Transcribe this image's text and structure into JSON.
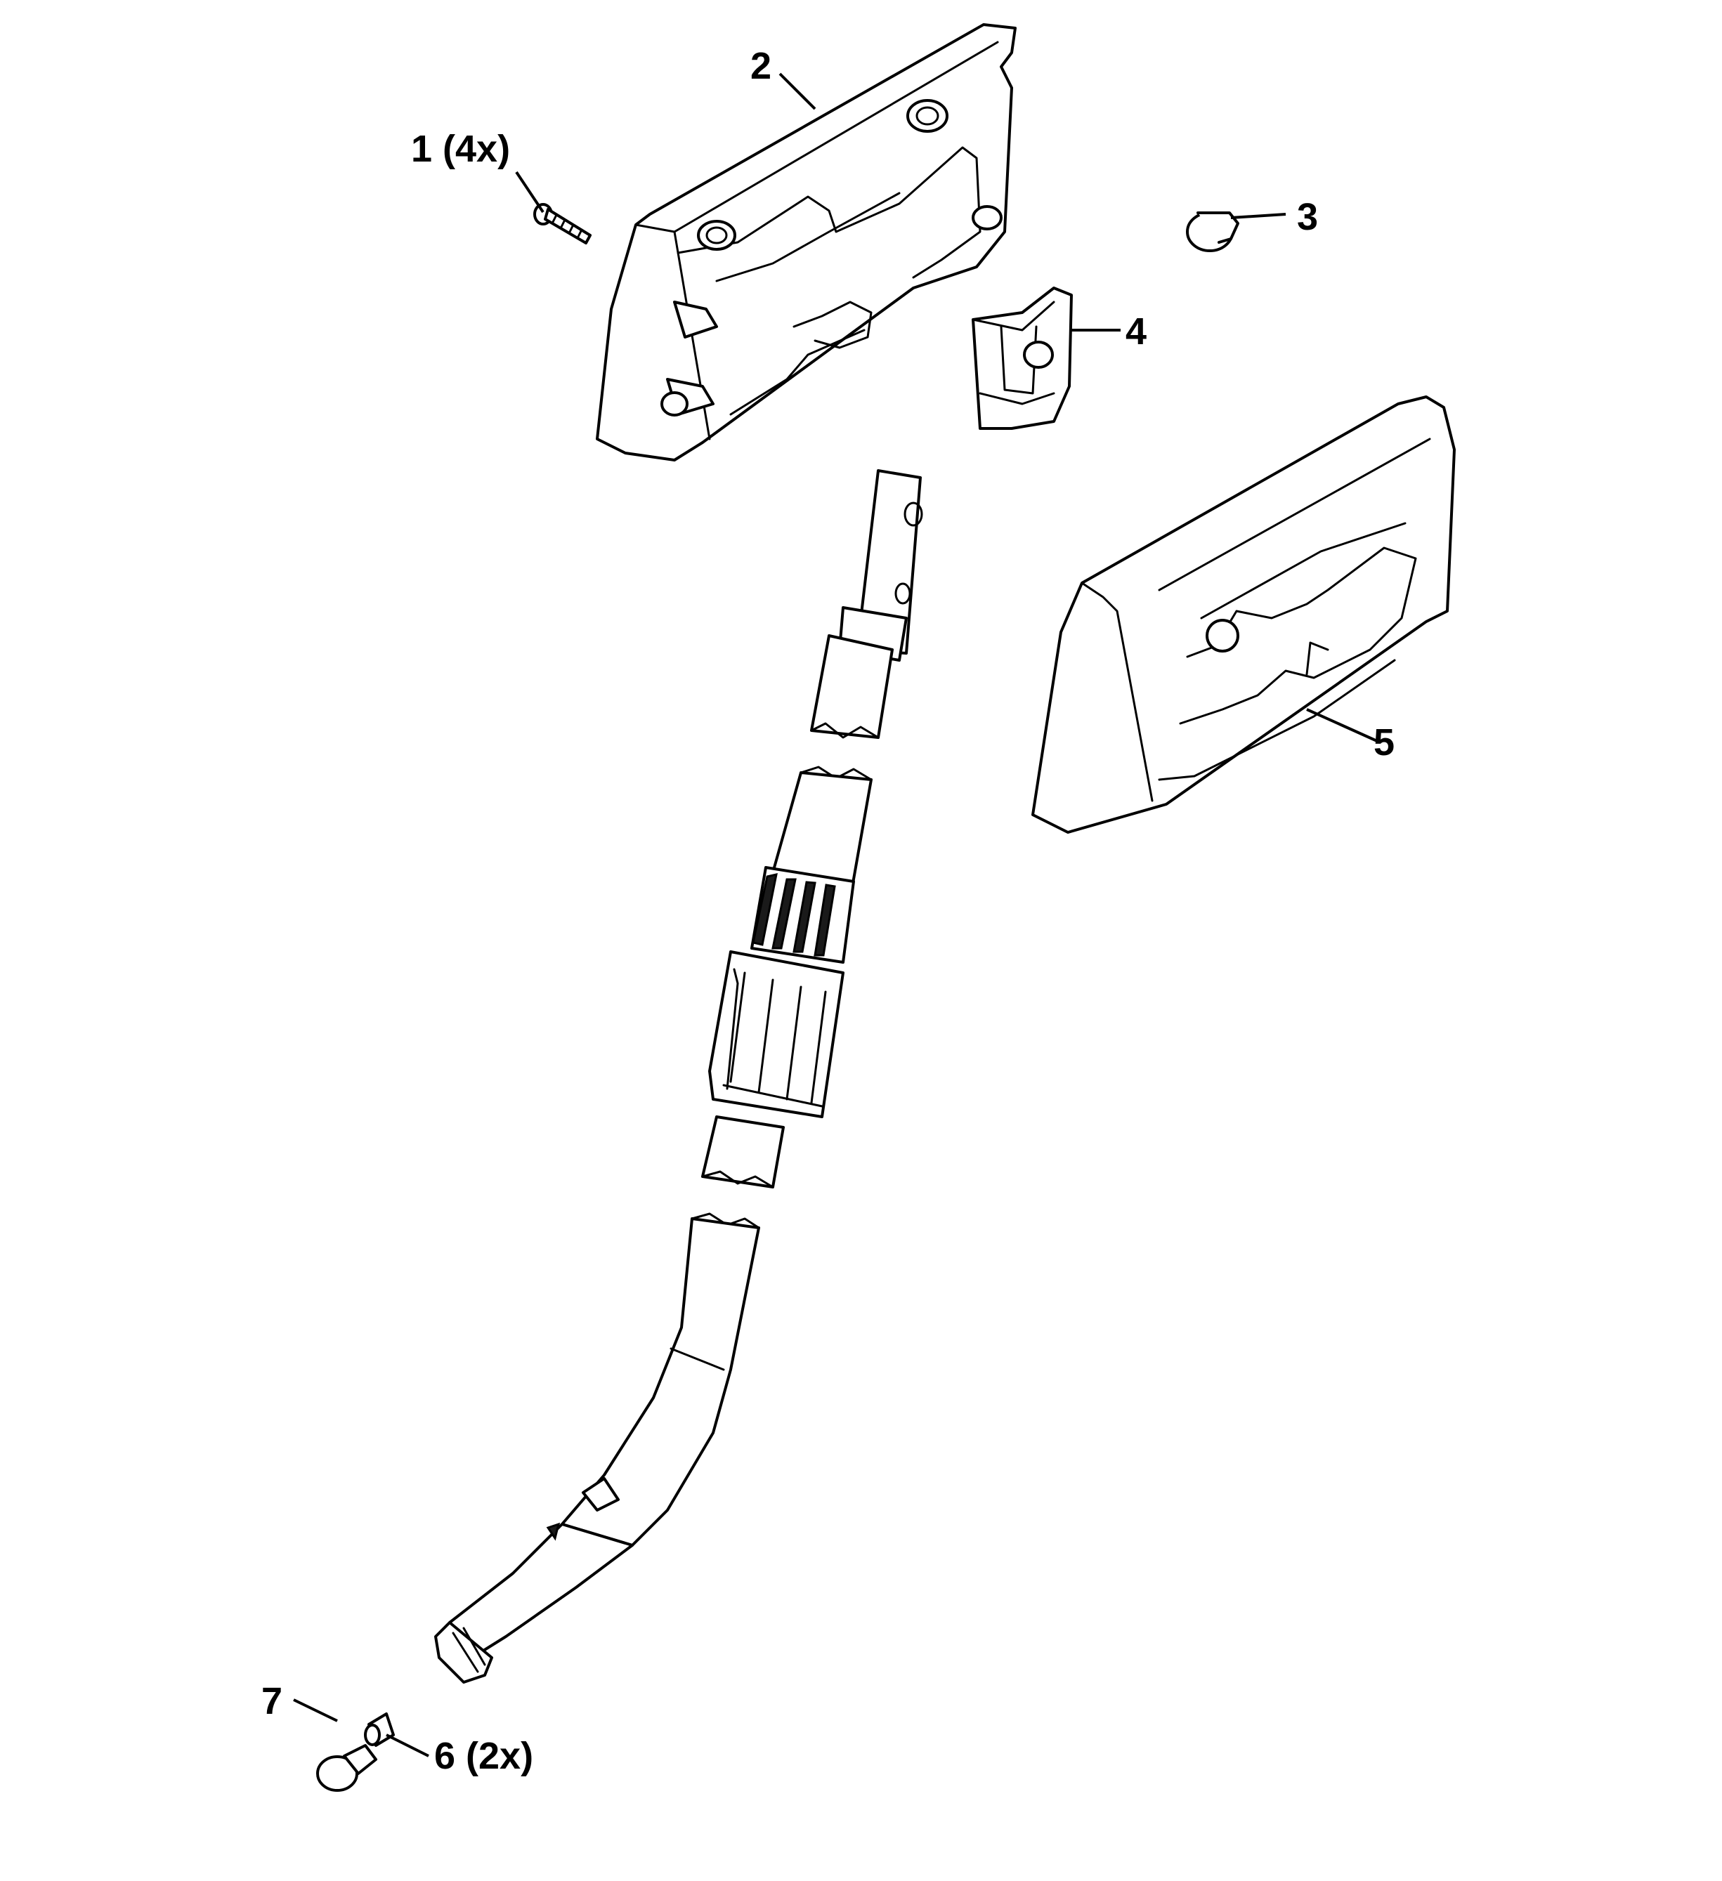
{
  "diagram": {
    "callouts": [
      {
        "id": "1",
        "label": "1 (4x)"
      },
      {
        "id": "2",
        "label": "2"
      },
      {
        "id": "3",
        "label": "3"
      },
      {
        "id": "4",
        "label": "4"
      },
      {
        "id": "5",
        "label": "5"
      },
      {
        "id": "6",
        "label": "6 (2x)"
      },
      {
        "id": "7",
        "label": "7"
      }
    ]
  }
}
